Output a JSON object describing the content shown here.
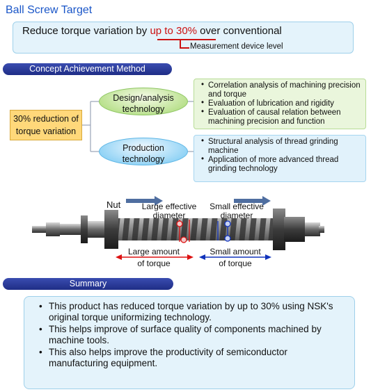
{
  "title": "Ball Screw Target",
  "target": {
    "prefix": "Reduce torque variation by ",
    "highlight": "up to 30%",
    "suffix": " over conventional",
    "note": "Measurement device level"
  },
  "concept": {
    "header": "Concept Achievement Method",
    "result_line1": "30% reduction of",
    "result_line2": "torque variation",
    "design_line1": "Design/analysis",
    "design_line2": "technology",
    "production_line1": "Production",
    "production_line2": "technology",
    "design_items": [
      "Correlation analysis of machining precision and torque",
      "Evaluation of lubrication and rigidity",
      "Evaluation of causal relation between machining precision and function"
    ],
    "production_items": [
      "Structural analysis of thread grinding machine",
      "Application of more advanced thread grinding technology"
    ]
  },
  "diagram": {
    "nut_label": "Nut",
    "large_diameter_line1": "Large effective",
    "large_diameter_line2": "diameter",
    "small_diameter_line1": "Small effective",
    "small_diameter_line2": "diameter",
    "large_torque_line1": "Large amount",
    "large_torque_line2": "of torque",
    "small_torque_line1": "Small amount",
    "small_torque_line2": "of torque",
    "colors": {
      "large": "#dd1111",
      "small": "#1133bb",
      "arrow": "#4f6ea0"
    }
  },
  "summary": {
    "header": "Summary",
    "items": [
      "This product has reduced torque variation by up to 30% using NSK's original torque uniformizing technology.",
      "This helps improve of surface quality of components machined by machine tools.",
      "This also helps improve the productivity of semiconductor manufacturing equipment."
    ]
  }
}
